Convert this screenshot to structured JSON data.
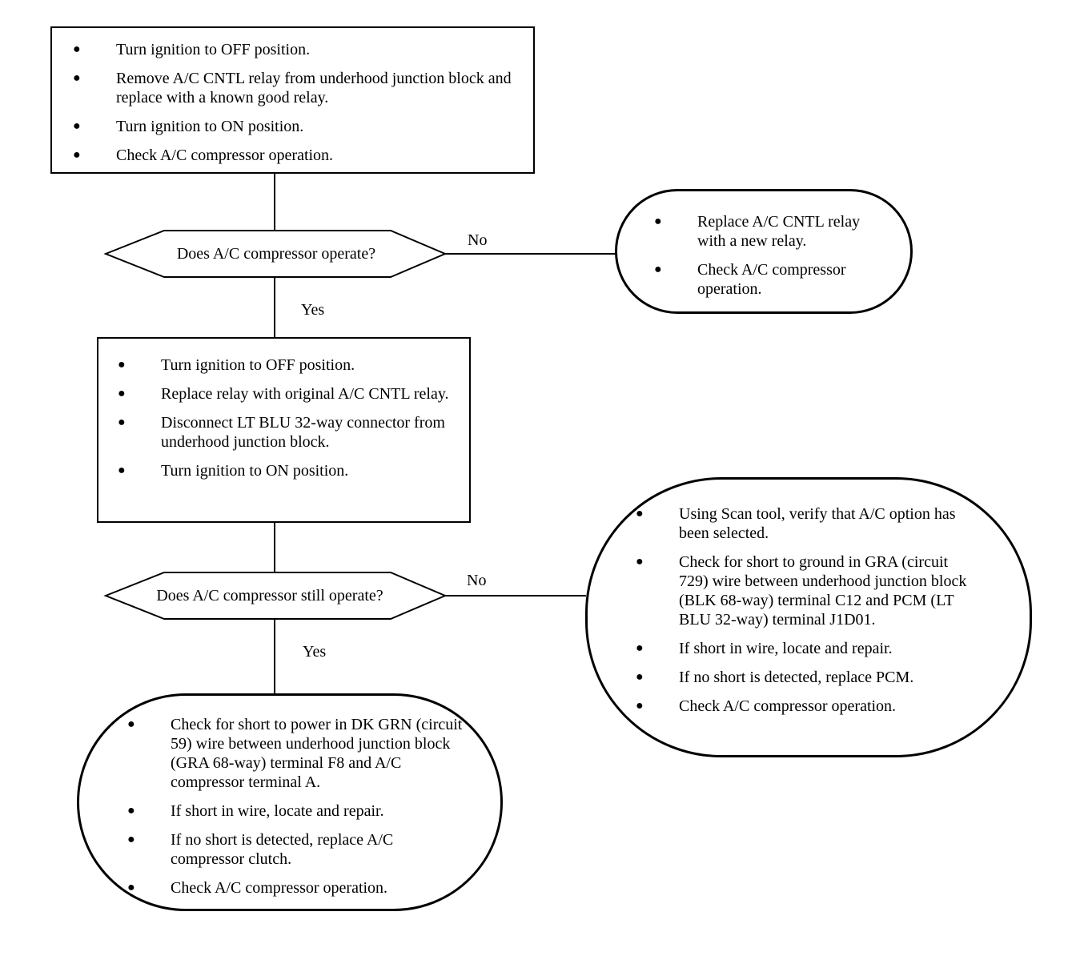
{
  "boxes": {
    "step1": {
      "items": [
        "Turn ignition to OFF position.",
        "Remove A/C CNTL relay from underhood junction block and replace with a known good relay.",
        "Turn ignition to ON position.",
        "Check A/C compressor operation."
      ]
    },
    "step2": {
      "items": [
        "Turn ignition to OFF position.",
        "Replace relay with original A/C CNTL relay.",
        "Disconnect LT BLU 32-way  connector from underhood junction block.",
        "Turn ignition to ON position."
      ]
    }
  },
  "decisions": {
    "q1": {
      "question": "Does A/C  compressor operate?",
      "no_label": "No",
      "yes_label": "Yes"
    },
    "q2": {
      "question": "Does A/C compressor still operate?",
      "no_label": "No",
      "yes_label": "Yes"
    }
  },
  "results": {
    "replace_relay": {
      "items": [
        "Replace A/C CNTL relay with a new relay.",
        "Check A/C compressor operation."
      ]
    },
    "ground_short": {
      "items": [
        "Using Scan tool, verify that A/C option has been selected.",
        "Check for short to ground in GRA (circuit 729) wire between underhood junction block (BLK 68-way) terminal C12 and PCM (LT BLU 32-way) terminal J1D01.",
        "If short in wire, locate and repair.",
        "If no short is detected, replace PCM.",
        "Check A/C compressor operation."
      ]
    },
    "power_short": {
      "items": [
        "Check for short to power in DK GRN (circuit 59) wire between underhood junction block (GRA 68-way) terminal F8 and A/C compressor terminal A.",
        "If short in wire, locate and repair.",
        "If no short is detected, replace A/C compressor clutch.",
        "Check A/C compressor operation."
      ]
    }
  }
}
